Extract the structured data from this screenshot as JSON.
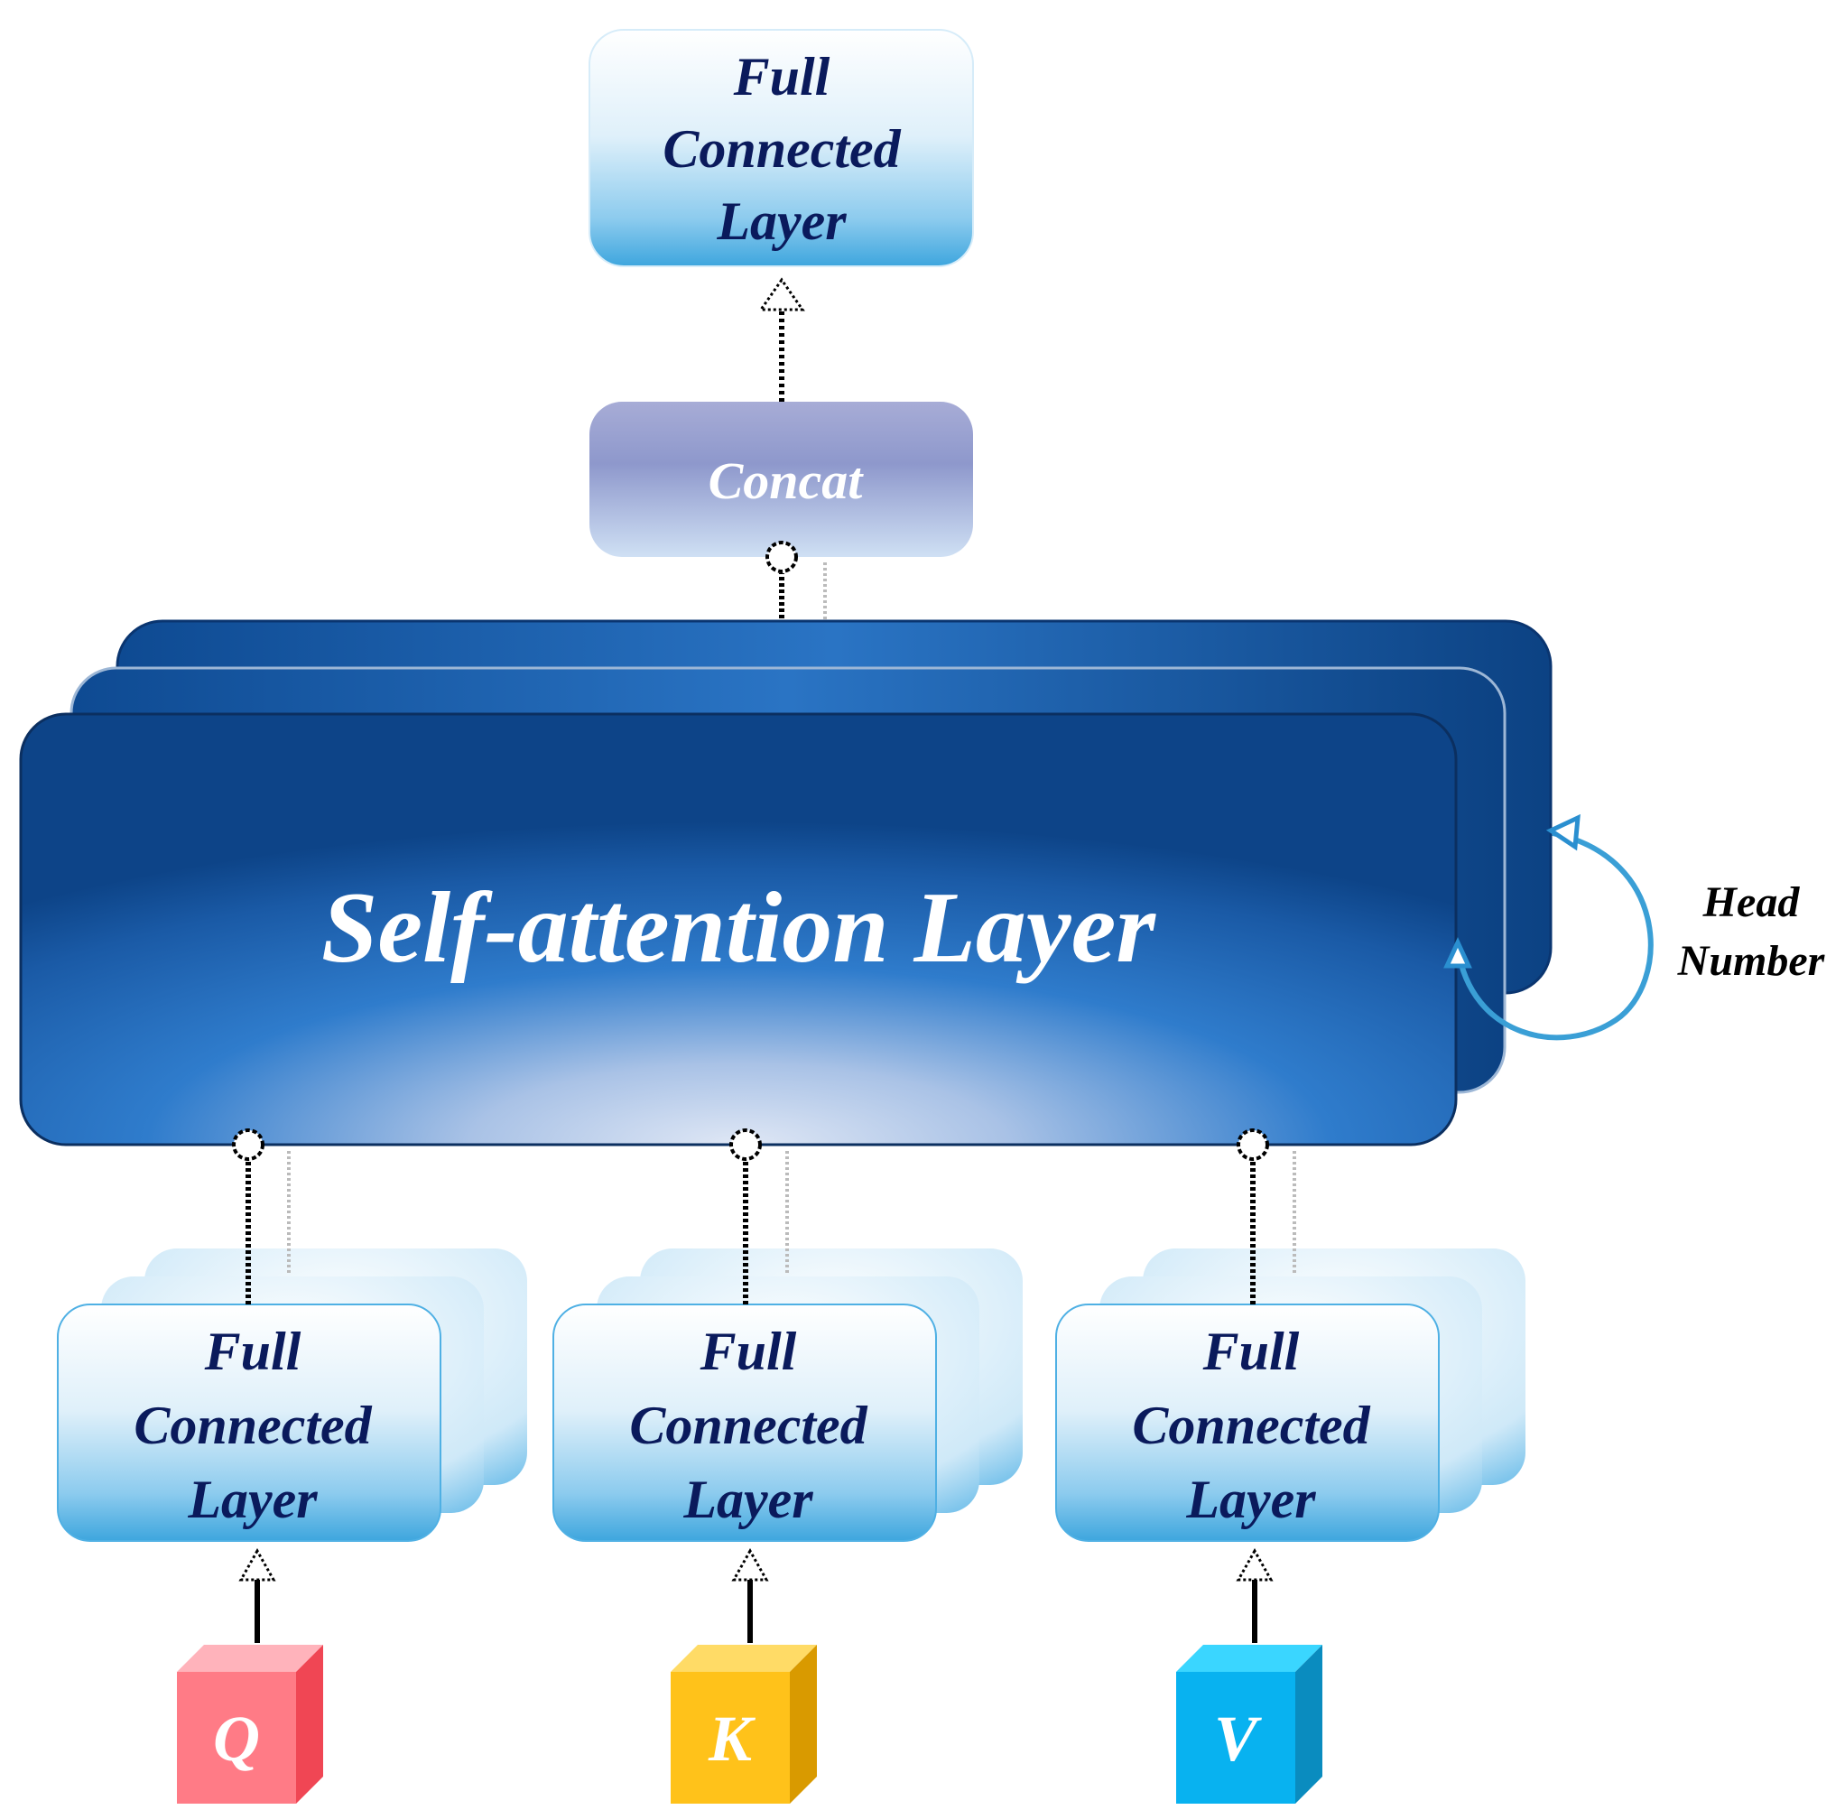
{
  "top_fc": {
    "line1": "Full",
    "line2": "Connected",
    "line3": "Layer"
  },
  "concat": {
    "label": "Concat"
  },
  "self_attention": {
    "label": "Self-attention Layer"
  },
  "head_number": {
    "line1": "Head",
    "line2": "Number"
  },
  "fc_q": {
    "line1": "Full",
    "line2": "Connected",
    "line3": "Layer"
  },
  "fc_k": {
    "line1": "Full",
    "line2": "Connected",
    "line3": "Layer"
  },
  "fc_v": {
    "line1": "Full",
    "line2": "Connected",
    "line3": "Layer"
  },
  "inputs": {
    "q": "Q",
    "k": "K",
    "v": "V"
  },
  "colors": {
    "text_dark": "#0a1a5c",
    "fc_box_edge": "#3aa3dc",
    "concat_fill": "#8f9bcf",
    "attention_fill": "#2a6fbf",
    "attention_dark": "#0b3f7f",
    "q_cube": "#ff7b86",
    "k_cube": "#ffc21a",
    "v_cube": "#08b2f0",
    "loop_arrow": "#3a9fd6"
  }
}
